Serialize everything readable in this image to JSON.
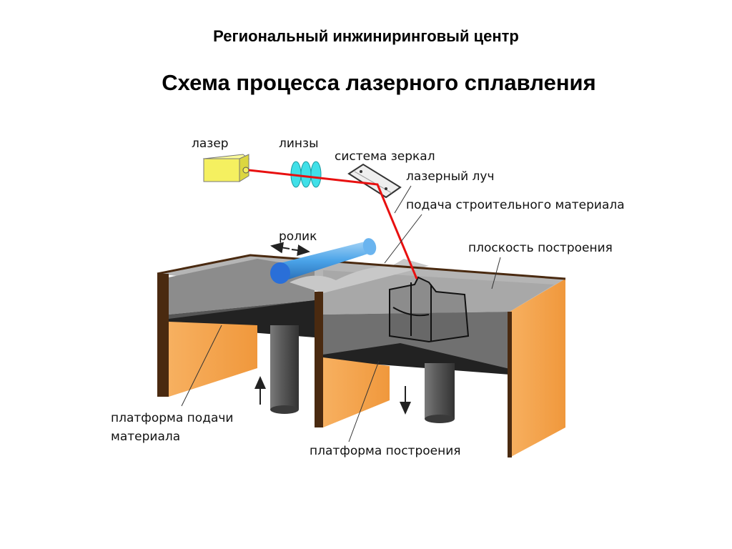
{
  "header": {
    "organization": "Региональный инжиниринговый центр"
  },
  "diagram": {
    "title": "Схема процесса лазерного сплавления",
    "labels": {
      "laser": "лазер",
      "lenses": "линзы",
      "mirrors": "система зеркал",
      "beam": "лазерный луч",
      "feed": "подача строительного материала",
      "roller": "ролик",
      "build_plane": "плоскость построения",
      "feed_platform_line1": "платформа подачи",
      "feed_platform_line2": "материала",
      "build_platform": "платформа построения"
    },
    "colors": {
      "laser_body": "#f5f060",
      "lens": "#40e0e8",
      "beam": "#e81010",
      "roller": "#4aa3e8",
      "powder": "#9a9a9a",
      "wall": "#f5a04a",
      "piston": "#555555"
    }
  }
}
